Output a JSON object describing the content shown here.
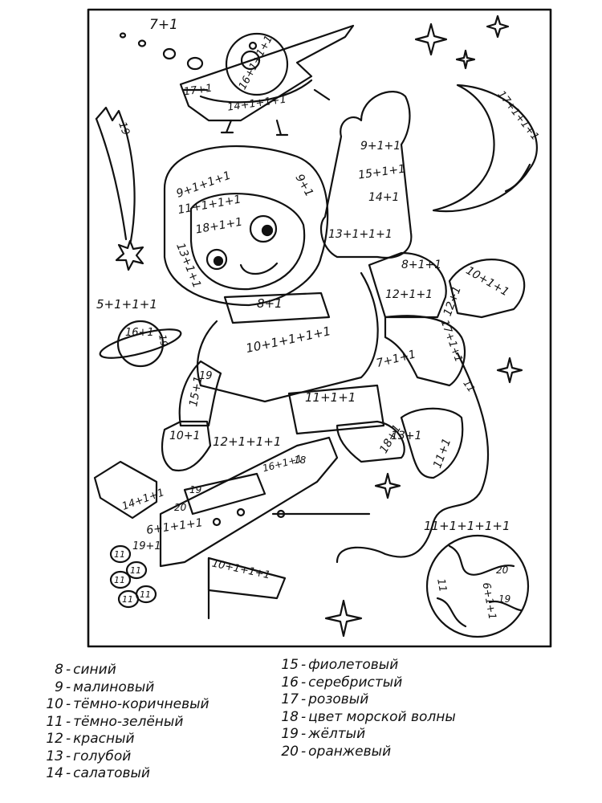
{
  "art": {
    "labels": {
      "top_sum": "7+1",
      "ship_dome": "16+1+1+1",
      "ship_left": "17+1",
      "ship_bottom": "14+1+1+1",
      "comet": "19",
      "moon": "17+1+1+1",
      "glove_top": "9+1+1",
      "arm_a": "15+1+1",
      "arm_b": "14+1",
      "arm_c": "13+1+1+1",
      "helmet_a": "9+1+1+1",
      "helmet_b": "11+1+1+1",
      "helmet_c": "18+1+1",
      "helmet_d": "9+1",
      "helmet_e": "13+1+1",
      "collar": "8+1",
      "chest": "10+1+1+1+1",
      "planet_left": "5+1+1+1",
      "saturn_planet": "16+1",
      "saturn_ring": "19",
      "shoulder": "19",
      "forearm": "15+1",
      "hand_left": "10+1",
      "back_top": "8+1+1",
      "back_mid": "12+1+1",
      "boot_right": "10+1+1",
      "leg_right": "12+1",
      "leg_right_b": "17+1+1",
      "knee": "7+1+1",
      "belt": "11+1+1",
      "leg_left": "18+1",
      "leg_left_b": "13+1",
      "boot_left": "11+1",
      "cord": "11",
      "station_top": "12+1+1+1",
      "panel": "14+1+1",
      "station_a": "19",
      "station_b": "20",
      "station_c": "16+1+1",
      "station_d": "18",
      "station_e": "6+1+1+1",
      "station_f": "19+1",
      "nozzle_a": "11",
      "nozzle_b": "11",
      "nozzle_c": "11",
      "nozzle_d": "11",
      "nozzle_e": "11",
      "flag": "10+1+1+1",
      "earth_top": "11+1+1+1+1",
      "earth_a": "11",
      "earth_b": "6+1+1",
      "earth_c": "20",
      "earth_d": "19"
    }
  },
  "legend": {
    "left": [
      {
        "num": "8",
        "color": "синий"
      },
      {
        "num": "9",
        "color": "малиновый"
      },
      {
        "num": "10",
        "color": "тёмно-коричневый"
      },
      {
        "num": "11",
        "color": "тёмно-зелёный"
      },
      {
        "num": "12",
        "color": "красный"
      },
      {
        "num": "13",
        "color": "голубой"
      },
      {
        "num": "14",
        "color": "салатовый"
      }
    ],
    "right": [
      {
        "num": "15",
        "color": "фиолетовый"
      },
      {
        "num": "16",
        "color": "серебристый"
      },
      {
        "num": "17",
        "color": "розовый"
      },
      {
        "num": "18",
        "color": "цвет морской волны"
      },
      {
        "num": "19",
        "color": "жёлтый"
      },
      {
        "num": "20",
        "color": "оранжевый"
      }
    ]
  }
}
